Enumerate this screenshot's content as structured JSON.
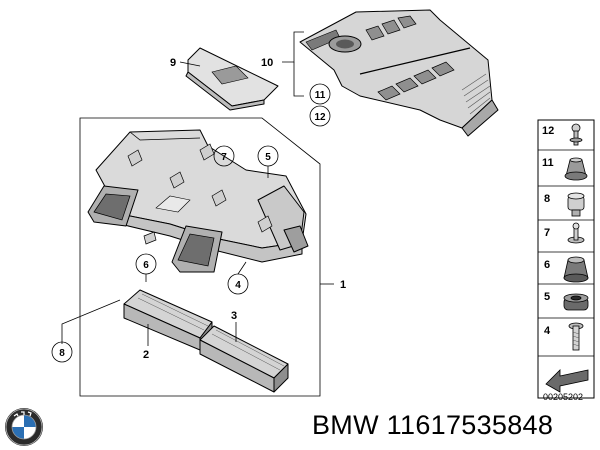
{
  "callouts": {
    "n1": "1",
    "n2": "2",
    "n3": "3",
    "n4": "4",
    "n5": "5",
    "n6": "6",
    "n7": "7",
    "n8": "8",
    "n9": "9",
    "n10": "10",
    "n11": "11",
    "n12": "12"
  },
  "legend": {
    "items": [
      "12",
      "11",
      "8",
      "7",
      "6",
      "5",
      "4"
    ]
  },
  "diagram_code": "00205202",
  "caption": "BMW 11617535848",
  "colors": {
    "part_fill": "#d9d9d9",
    "part_dark": "#8c8c8c",
    "outline": "#000000"
  }
}
